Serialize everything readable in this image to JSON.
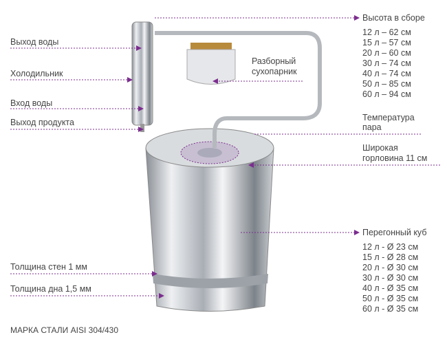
{
  "left_labels": {
    "water_out": "Выход воды",
    "cooler": "Холодильник",
    "water_in": "Вход воды",
    "product_out": "Выход продукта",
    "wall": "Толщина стен 1 мм",
    "bottom": "Толщина дна 1,5 мм"
  },
  "steel": "МАРКА СТАЛИ AISI 304/430",
  "height": {
    "title": "Высота в сборе",
    "items": [
      "12 л – 62 см",
      "15 л – 57 см",
      "20 л – 60 см",
      "30 л – 74 см",
      "40 л – 74 см",
      "50 л – 85 см",
      "60 л – 94 см"
    ]
  },
  "dry_steamer": {
    "line1": "Разборный",
    "line2": "сухопарник"
  },
  "temp": {
    "line1": "Температура",
    "line2": "пара"
  },
  "neck": {
    "line1": "Широкая",
    "line2": "горловина 11 см"
  },
  "cube": {
    "title": "Перегонный куб",
    "items": [
      "12 л - Ø 23 см",
      "15 л - Ø 28 см",
      "20 л - Ø 30 см",
      "30 л - Ø 30 см",
      "40 л - Ø 35 см",
      "50 л - Ø 35 см",
      "60 л - Ø 35 см"
    ]
  },
  "colors": {
    "accent": "#7b2d8e",
    "text": "#444444"
  }
}
